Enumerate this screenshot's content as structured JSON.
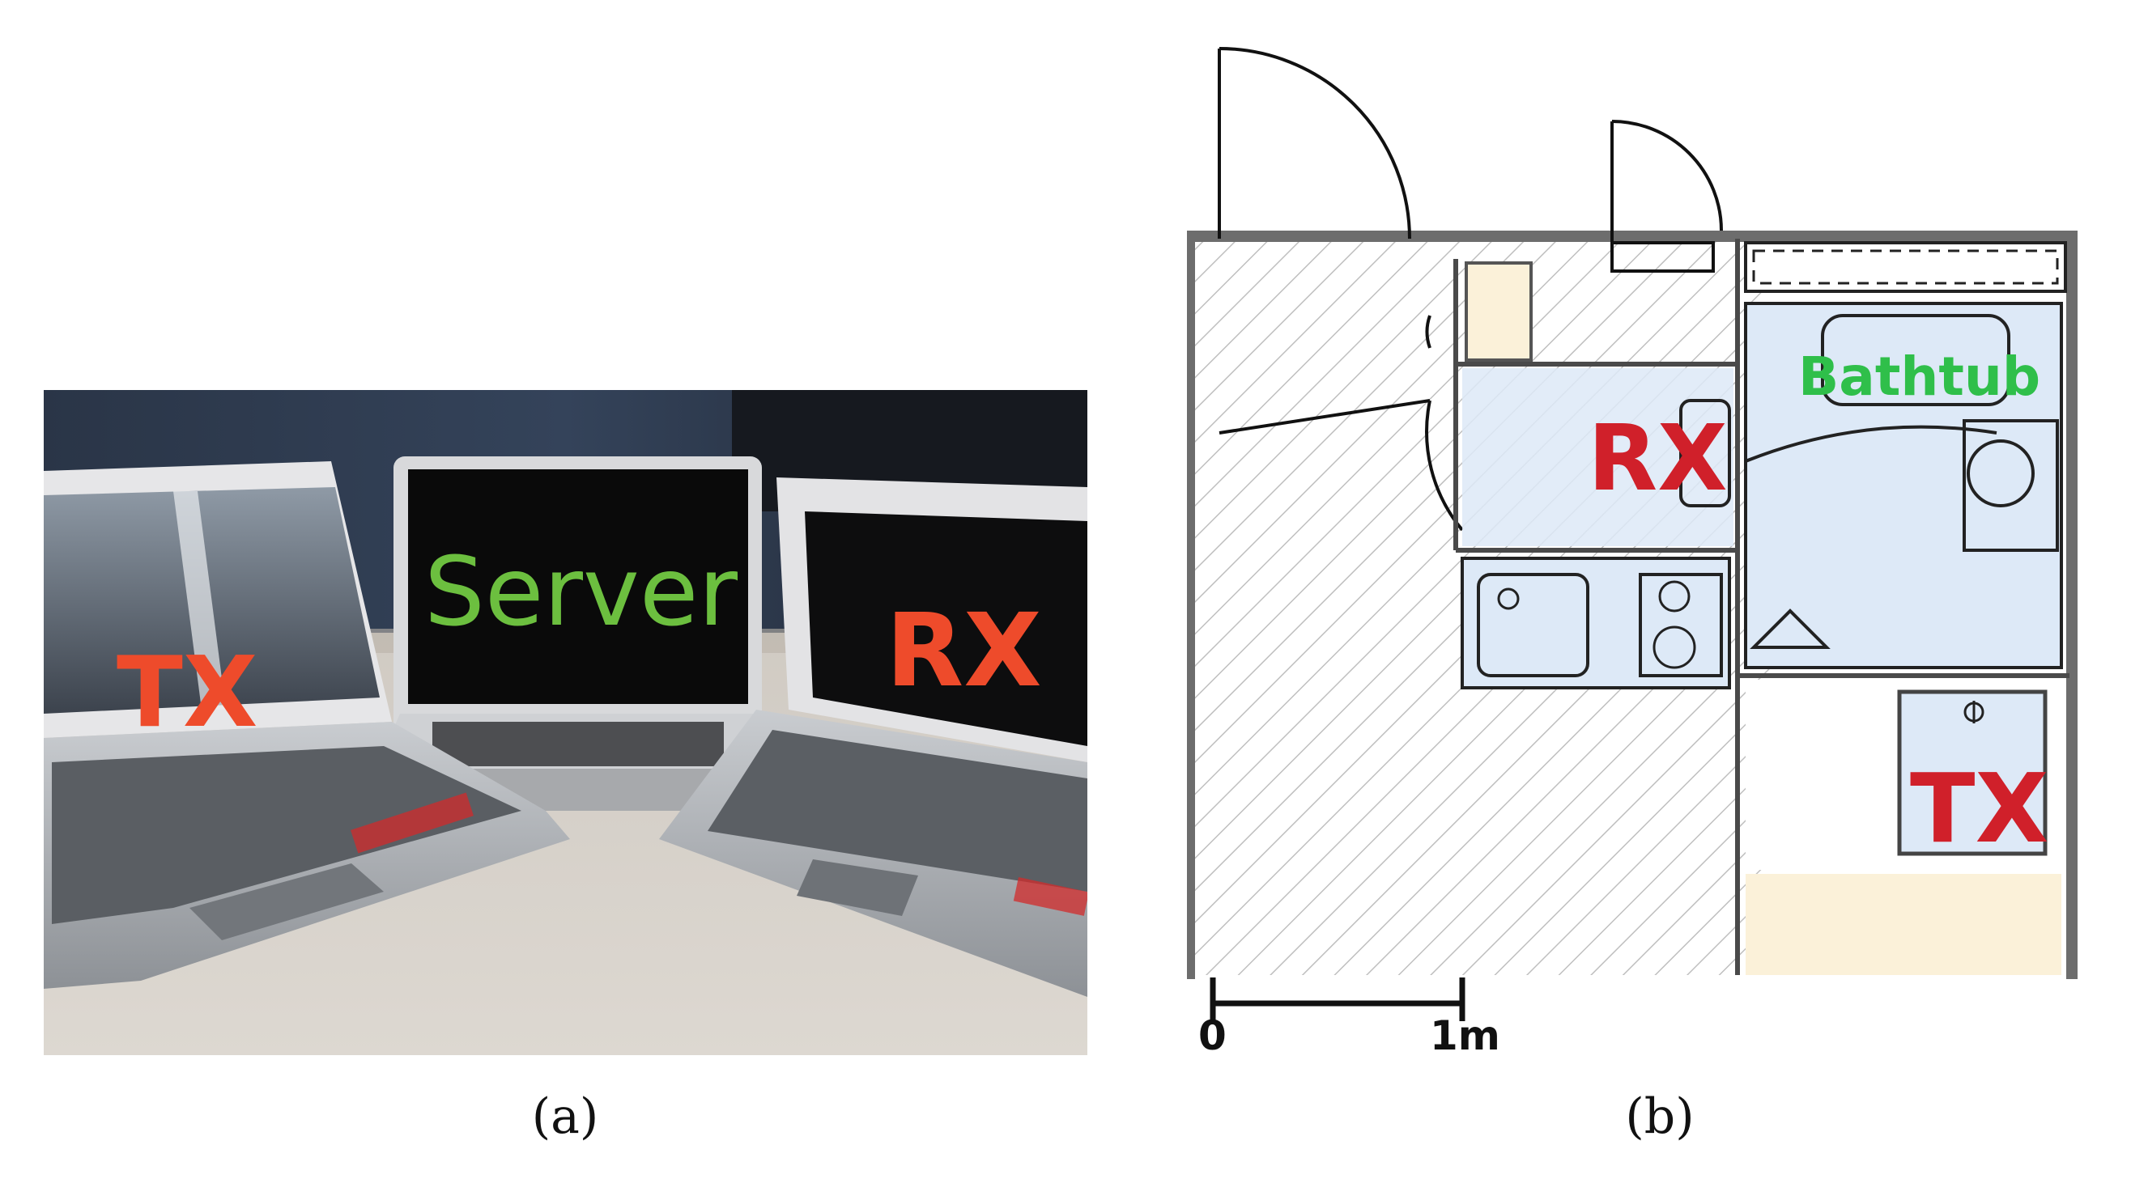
{
  "panel_a": {
    "caption": "(a)",
    "labels": {
      "tx": "TX",
      "server": "Server",
      "rx": "RX"
    }
  },
  "panel_b": {
    "caption": "(b)",
    "labels": {
      "rx": "RX",
      "tx": "TX",
      "bathtub": "Bathtub"
    },
    "scale": {
      "start": "0",
      "end": "1m"
    }
  },
  "colors": {
    "tx_photo": "#ee4b2b",
    "server": "#6cbf3f",
    "rx_photo": "#ee4b2b",
    "plan_red": "#d0202a",
    "plan_green": "#2fbf4a",
    "fixture_blue": "#dde9f7",
    "cream": "#fbf1d9"
  }
}
